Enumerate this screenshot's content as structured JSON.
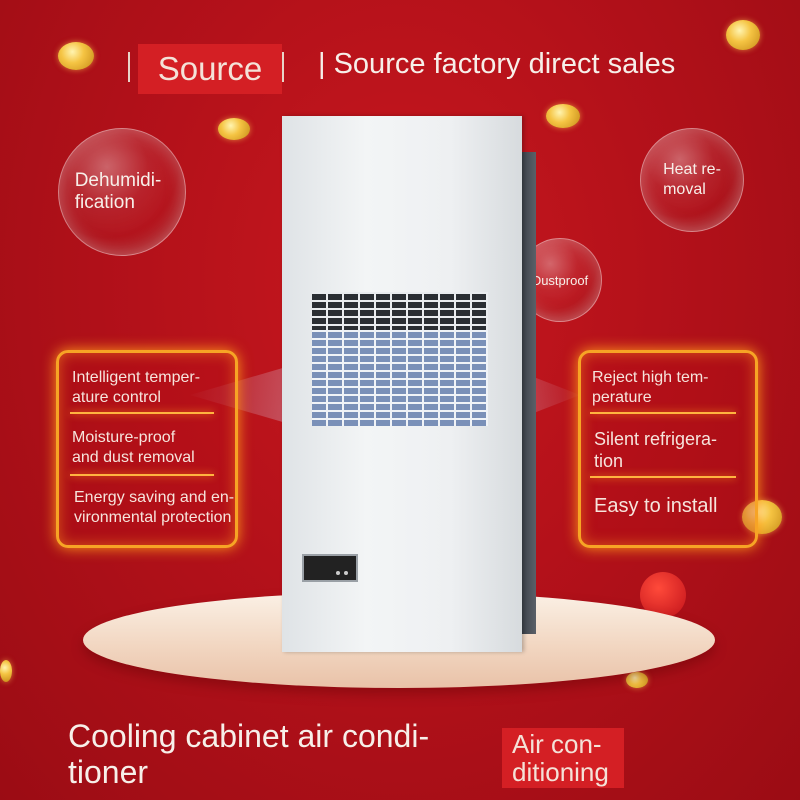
{
  "header": {
    "source_label": "Source",
    "tagline": "| Source factory direct sales"
  },
  "bubbles": {
    "dehumidification": "Dehumidi-\nfication",
    "heat_removal": "Heat re-\nmoval",
    "dustproof": "Dustproof"
  },
  "left_features": [
    "Intelligent temper-\nature control",
    "Moisture-proof\nand dust removal",
    "Energy saving and en-\nvironmental protection"
  ],
  "right_features": [
    "Reject high tem-\nperature",
    "Silent refrigera-\ntion",
    "Easy to install"
  ],
  "footer": {
    "title": "Cooling cabinet air condi-\ntioner",
    "badge": "Air con-\nditioning"
  },
  "colors": {
    "background": "#b4111a",
    "panel_glow": "#f7a425",
    "badge": "#d41f24"
  }
}
